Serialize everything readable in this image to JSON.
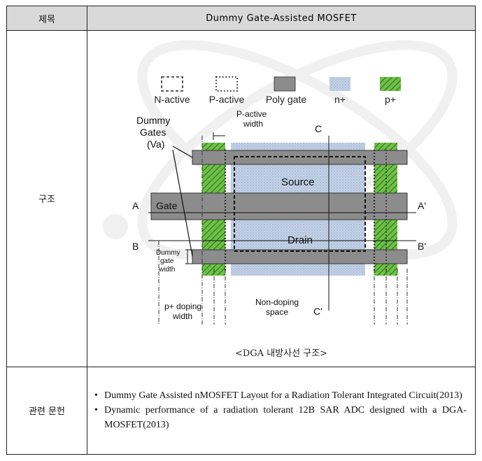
{
  "header": {
    "label": "제목",
    "title": "Dummy Gate-Assisted MOSFET"
  },
  "structure": {
    "label": "구조",
    "caption": "<DGA 내방사선 구조>",
    "legend": {
      "n_active": "N-active",
      "p_active": "P-active",
      "poly_gate": "Poly gate",
      "n_plus": "n+",
      "p_plus": "p+"
    },
    "labels": {
      "dummy_gates": "Dummy",
      "dummy_gates_2": "Gates",
      "dummy_gates_3": "(Va)",
      "p_active_width": "P-active",
      "p_active_width_2": "width",
      "source": "Source",
      "drain": "Drain",
      "gate": "Gate",
      "a": "A",
      "a_prime": "A'",
      "b": "B",
      "b_prime": "B'",
      "c": "C",
      "c_prime": "C'",
      "dummy_gate_width": "Dummy",
      "dummy_gate_width_2": "gate",
      "dummy_gate_width_3": "width",
      "p_doping_width": "p+ doping",
      "p_doping_width_2": "width",
      "non_doping_space": "Non-doping",
      "non_doping_space_2": "space"
    },
    "colors": {
      "poly": "#8c8c8c",
      "p_plus": "#4caa2a",
      "n_plus": "#b9c8df"
    }
  },
  "references": {
    "label": "관련 문헌",
    "items": [
      "Dummy Gate Assisted nMOSFET Layout for a Radiation Tolerant Integrated Circuit(2013)",
      "Dynamic performance of a radiation tolerant 12B SAR ADC designed with a DGA-MOSFET(2013)"
    ]
  }
}
